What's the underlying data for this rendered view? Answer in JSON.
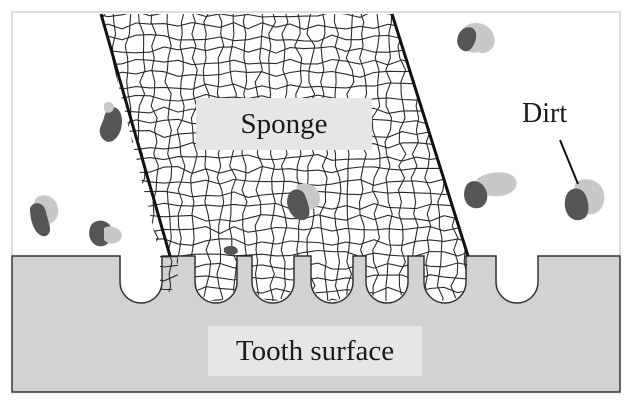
{
  "labels": {
    "sponge": "Sponge",
    "dirt": "Dirt",
    "tooth_surface": "Tooth surface"
  },
  "colors": {
    "tooth_fill": "#d2d2d2",
    "outline": "#333333",
    "dirt_dark": "#555555",
    "dirt_light": "#c8c8c8",
    "mesh": "#2b2b2b",
    "label_bg": "#e6e6e6"
  }
}
